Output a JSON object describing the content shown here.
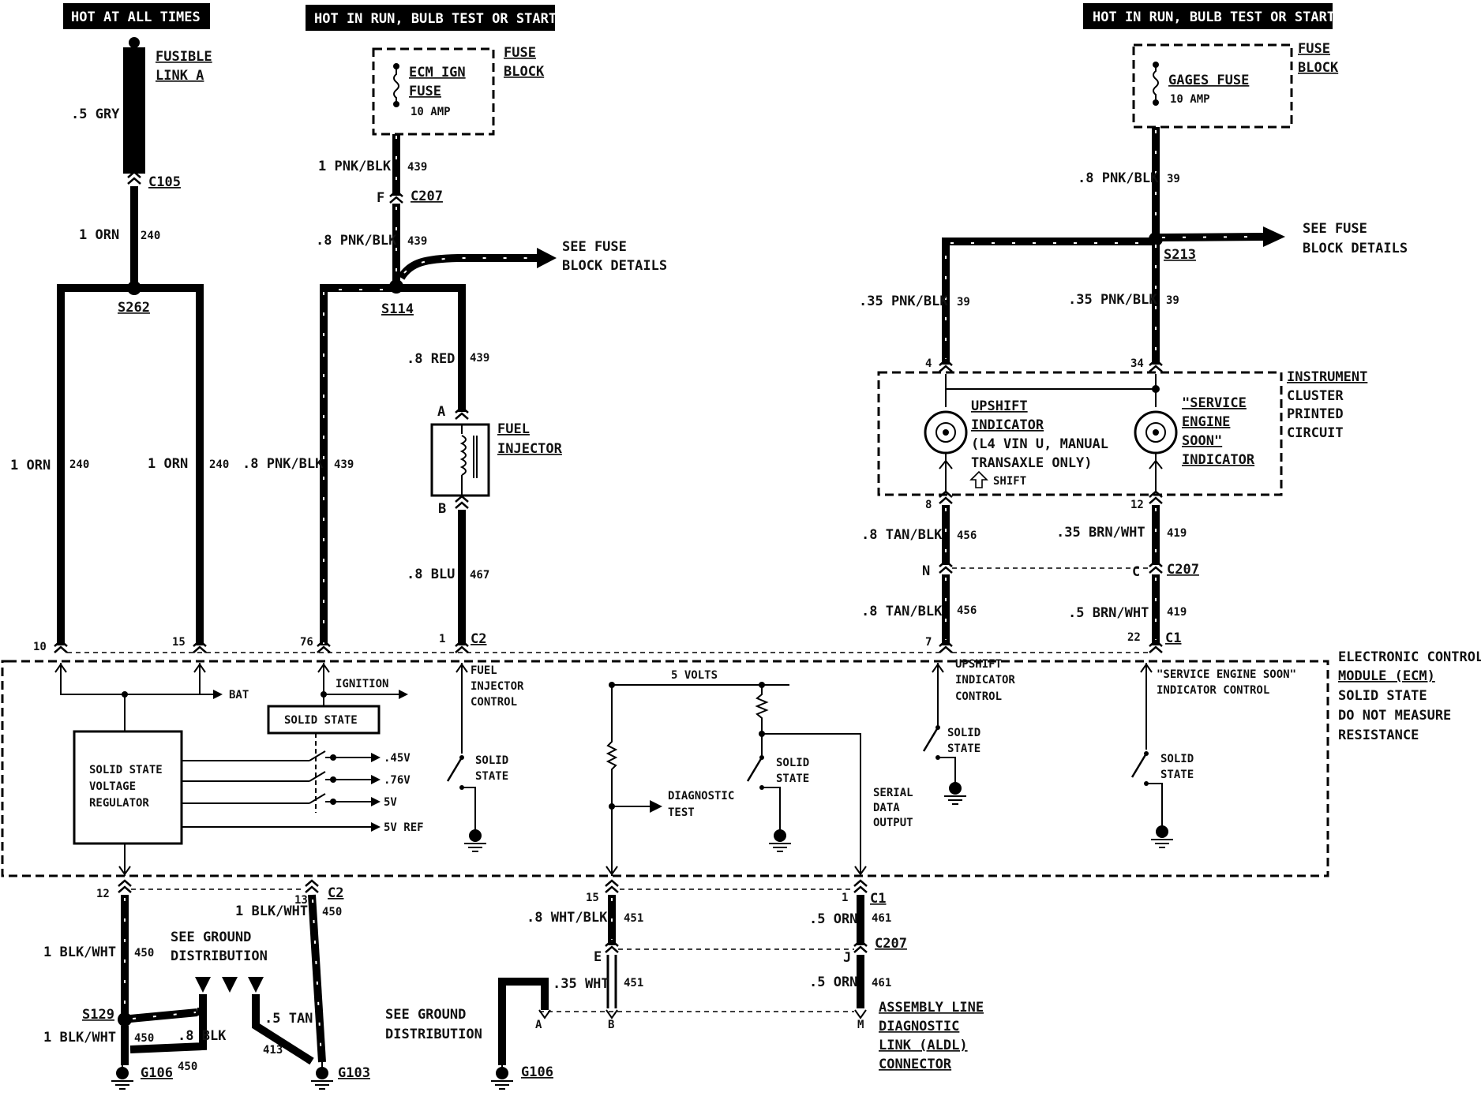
{
  "headers": {
    "left": "HOT AT ALL TIMES",
    "mid": "HOT IN RUN, BULB TEST OR START",
    "right": "HOT IN RUN, BULB TEST OR START"
  },
  "fusible": {
    "line1": "FUSIBLE",
    "line2": "LINK A",
    "wire": ".5 GRY"
  },
  "connectors": {
    "c105": "C105",
    "c207": "C207",
    "c2": "C2",
    "c1": "C1",
    "s262": "S262",
    "s114": "S114",
    "s213": "S213",
    "s129": "S129",
    "g106": "G106",
    "g103": "G103",
    "f": "F",
    "n": "N",
    "c": "C",
    "e": "E",
    "j": "J",
    "a": "A",
    "b": "B",
    "m": "M"
  },
  "fuse_block_left": {
    "fuse1": "ECM IGN",
    "fuse2": "FUSE",
    "amp": "10 AMP",
    "block1": "FUSE",
    "block2": "BLOCK"
  },
  "fuse_block_right": {
    "fuse": "GAGES FUSE",
    "amp": "10 AMP",
    "block1": "FUSE",
    "block2": "BLOCK"
  },
  "see_fuse": {
    "line1": "SEE FUSE",
    "line2": "BLOCK DETAILS"
  },
  "wires": {
    "orn1": "1 ORN",
    "c240": "240",
    "pnk1": "1 PNK/BLK",
    "c439": "439",
    "pnk8": ".8 PNK/BLK",
    "red8": ".8 RED",
    "blu8": ".8 BLU",
    "c467": "467",
    "pnk8r": ".8 PNK/BLK",
    "c39": "39",
    "pnk35": ".35 PNK/BLK",
    "tan8": ".8 TAN/BLK",
    "c456": "456",
    "brn35": ".35 BRN/WHT",
    "c419": "419",
    "brn5": ".5 BRN/WHT",
    "blkwht1": "1 BLK/WHT",
    "c450": "450",
    "blk8": ".8 BLK",
    "tan5": ".5 TAN",
    "c413": "413",
    "wht8": ".8 WHT/BLK",
    "c451": "451",
    "wht35": ".35 WHT",
    "orn5": ".5 ORN",
    "c461": "461"
  },
  "pins": {
    "p10": "10",
    "p15": "15",
    "p76": "76",
    "p1": "1",
    "p4": "4",
    "p34": "34",
    "p8": "8",
    "p12": "12",
    "p7": "7",
    "p22": "22",
    "p12b": "12",
    "p13": "13",
    "p15b": "15",
    "p1b": "1",
    "pA": "A",
    "pB": "B"
  },
  "injector": {
    "line1": "FUEL",
    "line2": "INJECTOR"
  },
  "cluster": {
    "line1": "INSTRUMENT",
    "line2": "CLUSTER",
    "line3": "PRINTED",
    "line4": "CIRCUIT",
    "upshift1": "UPSHIFT",
    "upshift2": "INDICATOR",
    "upshift3": "(L4 VIN U, MANUAL",
    "upshift4": "TRANSAXLE ONLY)",
    "shift": "SHIFT",
    "ses1": "\"SERVICE",
    "ses2": "ENGINE",
    "ses3": "SOON\"",
    "ses4": "INDICATOR"
  },
  "ecm": {
    "line1": "ELECTRONIC CONTROL",
    "line2": "MODULE (ECM)",
    "line3": "SOLID STATE",
    "line4": "DO NOT MEASURE",
    "line5": "RESISTANCE",
    "bat": "BAT",
    "ignition": "IGNITION",
    "solid_state": "SOLID STATE",
    "reg1": "SOLID STATE",
    "reg2": "VOLTAGE",
    "reg3": "REGULATOR",
    "v45": ".45V",
    "v76": ".76V",
    "v5": "5V",
    "v5ref": "5V REF",
    "fic1": "FUEL",
    "fic2": "INJECTOR",
    "fic3": "CONTROL",
    "ss1": "SOLID",
    "ss2": "STATE",
    "volts5": "5 VOLTS",
    "diag1": "DIAGNOSTIC",
    "diag2": "TEST",
    "serial1": "SERIAL",
    "serial2": "DATA",
    "serial3": "OUTPUT",
    "upc1": "UPSHIFT",
    "upc2": "INDICATOR",
    "upc3": "CONTROL",
    "sesc1": "\"SERVICE ENGINE SOON\"",
    "sesc2": "INDICATOR CONTROL"
  },
  "ground": {
    "line1": "SEE GROUND",
    "line2": "DISTRIBUTION"
  },
  "aldl": {
    "line1": "ASSEMBLY LINE",
    "line2": "DIAGNOSTIC",
    "line3": "LINK (ALDL)",
    "line4": "CONNECTOR"
  }
}
